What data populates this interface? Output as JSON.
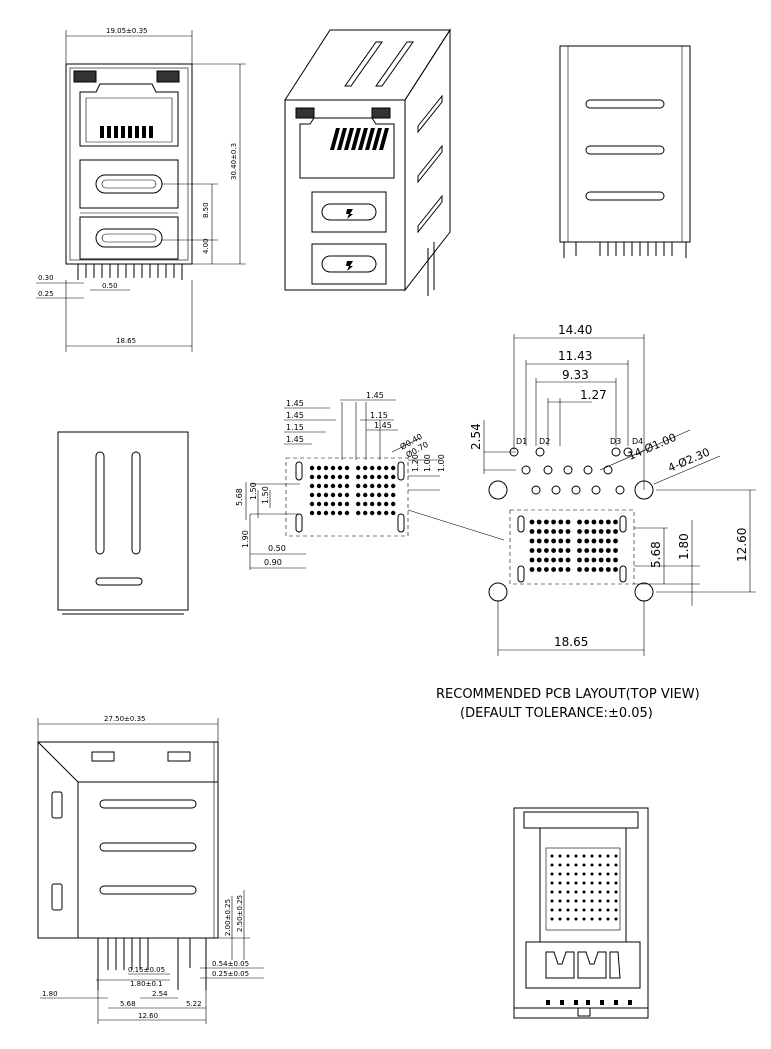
{
  "front_view": {
    "dim_top_width": "19.05±0.35",
    "dim_height": "30.40±0.3",
    "dim_port_pitch": "8.50",
    "dim_port_bottom": "4.00",
    "dim_pin_width": "0.30",
    "dim_pin_thick": "0.25",
    "dim_pin_pitch": "0.50",
    "dim_bottom_width": "18.65"
  },
  "pcb_layout": {
    "dim_left_row": [
      "1.45",
      "1.45",
      "1.15",
      "1.45"
    ],
    "dim_right_row": [
      "1.45",
      "1.15",
      "1.45"
    ],
    "dim_hole_small": "Ø0.40",
    "dim_hole_large": "Ø0.70",
    "dim_pitch_1_20": "1.20",
    "dim_pitch_1_00a": "1.00",
    "dim_pitch_1_00b": "1.00",
    "dim_5_68": "5.68",
    "dim_1_50a": "1.50",
    "dim_1_50b": "1.50",
    "dim_1_90": "1.90",
    "dim_0_50": "0.50",
    "dim_0_90": "0.90"
  },
  "pcb_top": {
    "dim_14_40": "14.40",
    "dim_11_43": "11.43",
    "dim_9_33": "9.33",
    "dim_1_27": "1.27",
    "dim_2_54": "2.54",
    "labels": [
      "D1",
      "D2",
      "D3",
      "D4"
    ],
    "dim_holes_small": "14-Ø1.00",
    "dim_holes_large": "4-Ø2.30",
    "dim_5_68": "5.68",
    "dim_1_80": "1.80",
    "dim_12_60": "12.60",
    "dim_18_65": "18.65"
  },
  "caption": {
    "line1": "RECOMMENDED PCB LAYOUT(TOP VIEW)",
    "line2": "(DEFAULT TOLERANCE:±0.05)"
  },
  "side_view": {
    "dim_depth": "27.50±0.35",
    "dim_2_00": "2.00±0.25",
    "dim_2_50": "2.50±0.25",
    "dim_0_54": "0.54±0.05",
    "dim_0_25": "0.25±0.05",
    "dim_0_15": "0.15±0.05",
    "dim_1_80_tol": "1.80±0.1",
    "dim_1_80": "1.80",
    "dim_2_54": "2.54",
    "dim_5_68": "5.68",
    "dim_5_22": "5.22",
    "dim_12_60": "12.60"
  }
}
